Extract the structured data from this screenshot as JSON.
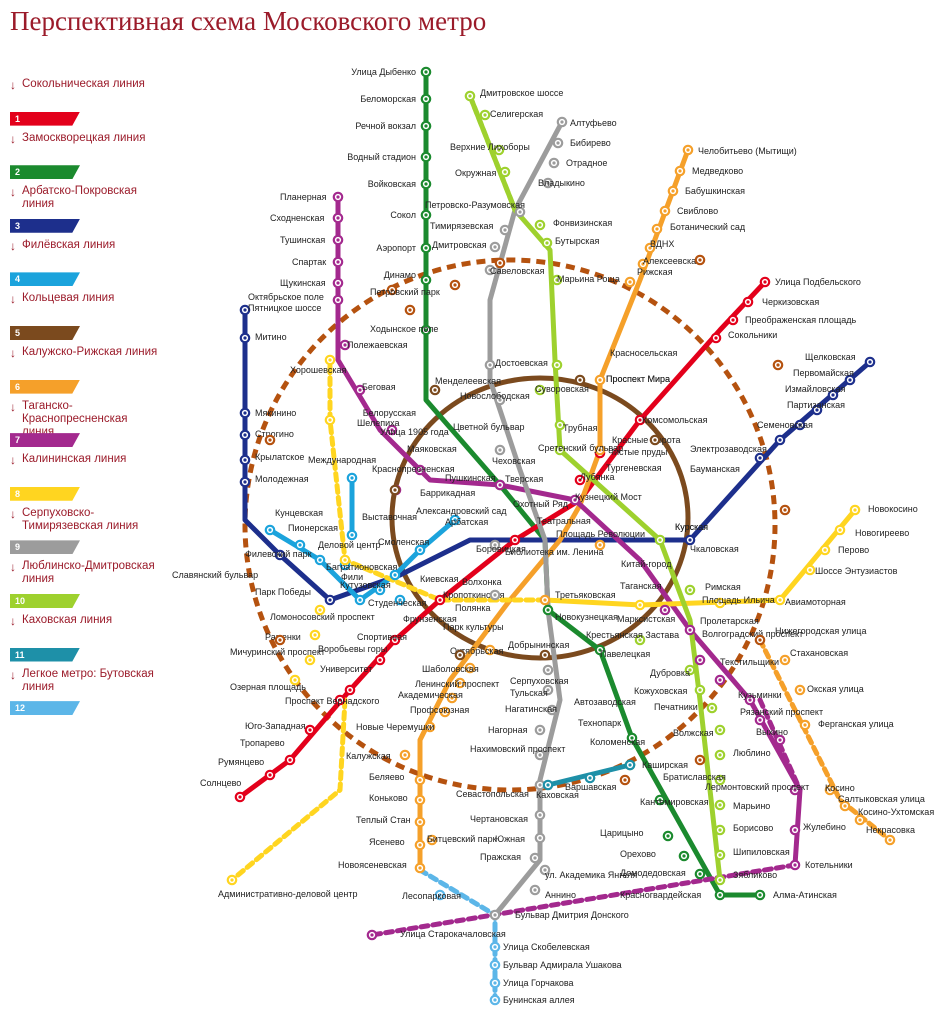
{
  "title": "Перспективная схема Московского метро",
  "legend": [
    {
      "name": "Сокольническая линия",
      "number": "1",
      "color": "#e3001b"
    },
    {
      "name": "Замоскворецкая линия",
      "number": "2",
      "color": "#1b8a2e"
    },
    {
      "name": "Арбатско-Покровская линия",
      "number": "3",
      "color": "#1d2f8c"
    },
    {
      "name": "Филёвская линия",
      "number": "4",
      "color": "#1ba3dc"
    },
    {
      "name": "Кольцевая линия",
      "number": "5",
      "color": "#7b4a1e"
    },
    {
      "name": "Калужско-Рижская линия",
      "number": "6",
      "color": "#f5a02a"
    },
    {
      "name": "Таганско-Краснопресненская линия",
      "number": "7",
      "color": "#a3298e"
    },
    {
      "name": "Калининская линия",
      "number": "8",
      "color": "#ffd520"
    },
    {
      "name": "Серпуховско-Тимирязевская линия",
      "number": "9",
      "color": "#9c9c9c"
    },
    {
      "name": "Люблинско-Дмитровская линия",
      "number": "10",
      "color": "#9ed12e"
    },
    {
      "name": "Каховская линия",
      "number": "11",
      "color": "#1e90a8"
    },
    {
      "name": "Легкое метро: Бутовская линия",
      "number": "12",
      "color": "#5cb6e8"
    }
  ],
  "lines": {
    "l1": "#e3001b",
    "l2": "#1b8a2e",
    "l3": "#1d2f8c",
    "l4": "#1ba3dc",
    "l5": "#7b4a1e",
    "l6": "#f5a02a",
    "l7": "#a3298e",
    "l8": "#ffd520",
    "l9": "#9c9c9c",
    "l10": "#9ed12e",
    "l11": "#1e90a8",
    "l12": "#5cb6e8",
    "outer_ring": "#b5520f"
  },
  "stations": [
    "Улица Дыбенко",
    "Беломорская",
    "Речной вокзал",
    "Водный стадион",
    "Войковская",
    "Сокол",
    "Аэропорт",
    "Динамо",
    "Петровский парк",
    "Ходынское поле",
    "Полежаевская",
    "Беговая",
    "Белорусская",
    "Улица 1905 года",
    "Маяковская",
    "Пушкинская",
    "Баррикадная",
    "Краснопресненская",
    "Тверская",
    "Охотный Ряд",
    "Театральная",
    "Площадь Революции",
    "Александровский сад",
    "Арбатская",
    "Библиотека им. Ленина",
    "Боровицкая",
    "Кропоткинская",
    "Смоленская",
    "Киевская",
    "Парк культуры",
    "Фрунзенская",
    "Спортивная",
    "Воробьевы горы",
    "Университет",
    "Проспект Вернадского",
    "Юго-Западная",
    "Тропарево",
    "Румянцево",
    "Солнцево",
    "Планерная",
    "Сходненская",
    "Тушинская",
    "Спартак",
    "Щукинская",
    "Октябрьское поле",
    "Пятницкое шоссе",
    "Митино",
    "Волоколамская",
    "Мякинино",
    "Строгино",
    "Крылатское",
    "Молодежная",
    "Кунцевская",
    "Пионерская",
    "Филевский парк",
    "Багратионовская",
    "Фили",
    "Кутузовская",
    "Студенческая",
    "Славянский бульвар",
    "Парк Победы",
    "Ломоносовский проспект",
    "Раменки",
    "Мичуринский проспект",
    "Озерная площадь",
    "Хорошевская",
    "Шелепиха",
    "Международная",
    "Выставочная",
    "Деловой центр",
    "Дмитровское шоссе",
    "Селигерская",
    "Верхние Лихоборы",
    "Окружная",
    "Петровско-Разумовская",
    "Тимирязевская",
    "Дмитровская",
    "Савеловская",
    "Менделеевская",
    "Новослободская",
    "Цветной бульвар",
    "Чеховская",
    "Боровицкая",
    "Полянка",
    "Серпуховская",
    "Тульская",
    "Нагатинская",
    "Нагорная",
    "Нахимовский проспект",
    "Севастопольская",
    "Чертановская",
    "Южная",
    "Пражская",
    "ул. Академика Янгеля",
    "Аннино",
    "Бульвар Дмитрия Донского",
    "Алтуфьево",
    "Бибирево",
    "Отрадное",
    "Владыкино",
    "Фонвизинская",
    "Бутырская",
    "Марьина Роща",
    "Достоевская",
    "Суворовская",
    "Трубная",
    "Сретенский бульвар",
    "Чкаловская",
    "Римская",
    "Крестьянская Застава",
    "Дубровка",
    "Кожуховская",
    "Печатники",
    "Волжская",
    "Люблино",
    "Братиславская",
    "Марьино",
    "Борисово",
    "Шипиловская",
    "Зябликово",
    "Челобитьево (Мытищи)",
    "Медведково",
    "Бабушкинская",
    "Свиблово",
    "Ботанический сад",
    "ВДНХ",
    "Алексеевская",
    "Рижская",
    "Проспект Мира",
    "Сухаревская",
    "Тургеневская",
    "Китай-город",
    "Третьяковская",
    "Октябрьская",
    "Шаболовская",
    "Ленинский проспект",
    "Академическая",
    "Профсоюзная",
    "Новые Черемушки",
    "Калужская",
    "Беляево",
    "Коньково",
    "Теплый Стан",
    "Ясенево",
    "Новоясеневская",
    "Битцевский парк",
    "Лесопарковая",
    "Улица Старокачаловская",
    "Улица Скобелевская",
    "Бульвар Адмирала Ушакова",
    "Улица Горчакова",
    "Бунинская аллея",
    "Улица Подбельского",
    "Черкизовская",
    "Преображенская площадь",
    "Сокольники",
    "Красносельская",
    "Комсомольская",
    "Красные Ворота",
    "Чистые пруды",
    "Лубянка",
    "Кузнецкий Мост",
    "Щелковская",
    "Первомайская",
    "Измайловская",
    "Партизанская",
    "Семеновская",
    "Электрозаводская",
    "Бауманская",
    "Курская",
    "Новокосино",
    "Новогиреево",
    "Перово",
    "Шоссе Энтузиастов",
    "Авиамоторная",
    "Площадь Ильича",
    "Марксистская",
    "Таганская",
    "Пролетарская",
    "Волгоградский проспект",
    "Текстильщики",
    "Кузьминки",
    "Рязанский проспект",
    "Выхино",
    "Лермонтовский проспект",
    "Жулебино",
    "Котельники",
    "Нижегородская улица",
    "Стахановская",
    "Окская улица",
    "Ферганская улица",
    "Косино",
    "Салтыковская улица",
    "Косино-Ухтомская",
    "Некрасовка",
    "Павелецкая",
    "Автозаводская",
    "Технопарк",
    "Коломенская",
    "Каширская",
    "Варшавская",
    "Каховская",
    "Кантемировская",
    "Царицыно",
    "Орехово",
    "Домодедовская",
    "Красногвардейская",
    "Алма-Атинская",
    "Новокузнецкая",
    "Добрынинская",
    "Волхонка",
    "Административно-деловой центр"
  ]
}
